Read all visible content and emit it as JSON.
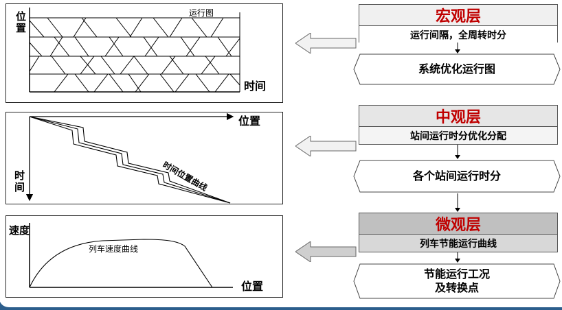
{
  "left_panels": {
    "timetable": {
      "title": "运行图",
      "y_label": "位置",
      "x_label": "时间"
    },
    "position_time": {
      "x_label": "位置",
      "y_label": "时间",
      "curve_label": "时间位置曲线"
    },
    "speed": {
      "y_label": "速度",
      "x_label": "位置",
      "curve_label": "列车速度曲线"
    }
  },
  "levels": {
    "macro": {
      "title": "宏观层",
      "subtitle": "运行间隔，全周转时分",
      "output": "系统优化运行图"
    },
    "meso": {
      "title": "中观层",
      "subtitle": "站间运行时分优化分配",
      "output": "各个站间运行时分"
    },
    "micro": {
      "title": "微观层",
      "subtitle": "列车节能运行曲线",
      "output_line1": "节能运行工况",
      "output_line2": "及转换点"
    }
  },
  "colors": {
    "title_red": "#c00000",
    "header_gray_light": "#f0f0f0",
    "header_gray_dark": "#c0c0c0",
    "arrow_gray": "#cfcfcf",
    "frame_blue": "#2c5e8c"
  }
}
